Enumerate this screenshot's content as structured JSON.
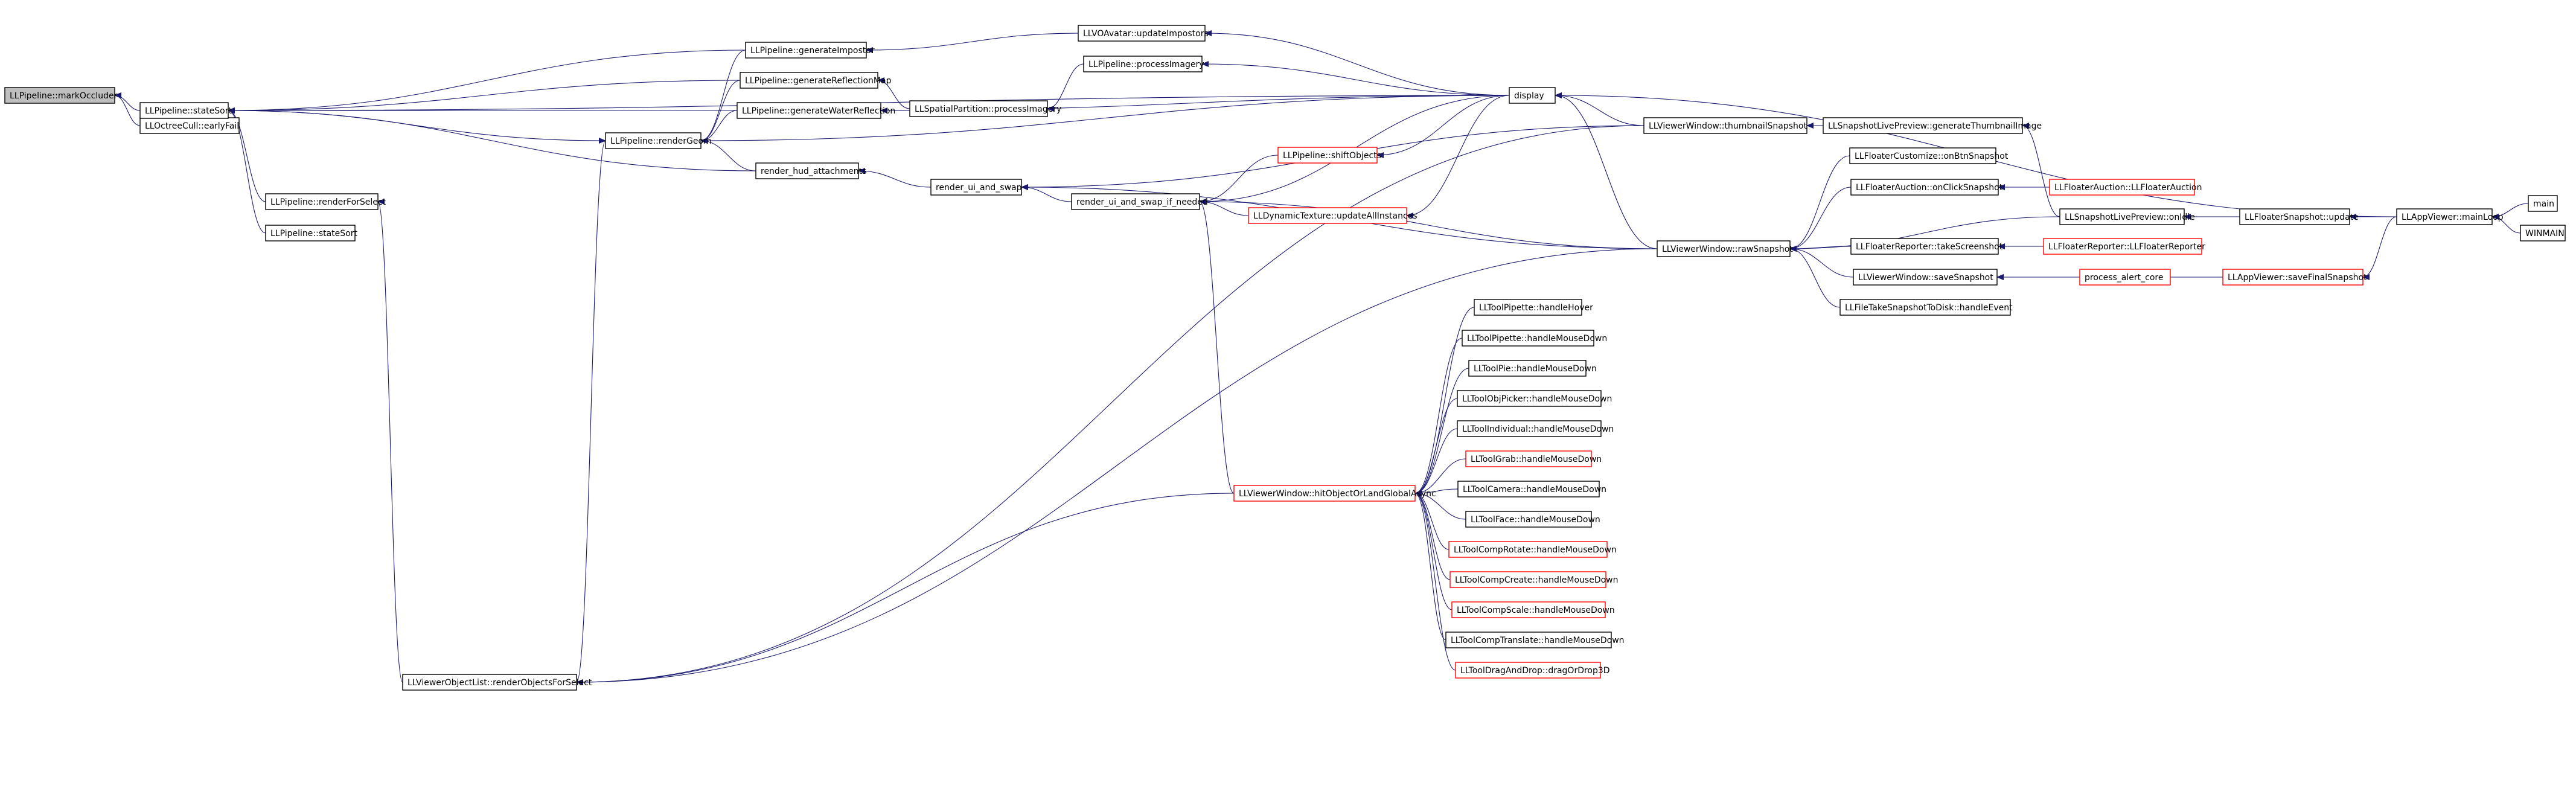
{
  "colors": {
    "edge": "#191970",
    "normal_border": "#000000",
    "truncated_border": "#ff0000",
    "root_fill": "#bfbfbf",
    "node_fill": "#ffffff"
  },
  "nodes": [
    {
      "id": "markOccluder",
      "label": "LLPipeline::markOccluder",
      "kind": "root"
    },
    {
      "id": "earlyFail",
      "label": "LLOctreeCull::earlyFail",
      "kind": "normal"
    },
    {
      "id": "stateSortA",
      "label": "LLPipeline::stateSort",
      "kind": "normal"
    },
    {
      "id": "renderForSelect",
      "label": "LLPipeline::renderForSelect",
      "kind": "normal"
    },
    {
      "id": "stateSortB",
      "label": "LLPipeline::stateSort",
      "kind": "normal"
    },
    {
      "id": "renderGeom",
      "label": "LLPipeline::renderGeom",
      "kind": "normal"
    },
    {
      "id": "renderObjectsForSelect",
      "label": "LLViewerObjectList::renderObjectsForSelect",
      "kind": "normal"
    },
    {
      "id": "generateImpostor",
      "label": "LLPipeline::generateImpostor",
      "kind": "normal"
    },
    {
      "id": "generateReflectionMap",
      "label": "LLPipeline::generateReflectionMap",
      "kind": "normal"
    },
    {
      "id": "generateWaterReflection",
      "label": "LLPipeline::generateWaterReflection",
      "kind": "normal"
    },
    {
      "id": "renderHud",
      "label": "render_hud_attachments",
      "kind": "normal"
    },
    {
      "id": "updateImpostors",
      "label": "LLVOAvatar::updateImpostors",
      "kind": "normal"
    },
    {
      "id": "spatialProcessImagery",
      "label": "LLSpatialPartition::processImagery",
      "kind": "normal"
    },
    {
      "id": "pipelineProcessImagery",
      "label": "LLPipeline::processImagery",
      "kind": "normal"
    },
    {
      "id": "renderUiAndSwap",
      "label": "render_ui_and_swap",
      "kind": "normal"
    },
    {
      "id": "renderUiAndSwapIfNeeded",
      "label": "render_ui_and_swap_if_needed",
      "kind": "normal"
    },
    {
      "id": "shiftObjects",
      "label": "LLPipeline::shiftObjects",
      "kind": "truncated"
    },
    {
      "id": "updateAllInstances",
      "label": "LLDynamicTexture::updateAllInstances",
      "kind": "truncated"
    },
    {
      "id": "hitObjectOrLand",
      "label": "LLViewerWindow::hitObjectOrLandGlobalAsync",
      "kind": "truncated"
    },
    {
      "id": "display",
      "label": "display",
      "kind": "normal"
    },
    {
      "id": "thumbnailSnapshot",
      "label": "LLViewerWindow::thumbnailSnapshot",
      "kind": "normal"
    },
    {
      "id": "rawSnapshot",
      "label": "LLViewerWindow::rawSnapshot",
      "kind": "normal"
    },
    {
      "id": "generateThumbnailImage",
      "label": "LLSnapshotLivePreview::generateThumbnailImage",
      "kind": "normal"
    },
    {
      "id": "customizeOnBtnSnapshot",
      "label": "LLFloaterCustomize::onBtnSnapshot",
      "kind": "normal"
    },
    {
      "id": "auctionOnClickSnapshot",
      "label": "LLFloaterAuction::onClickSnapshot",
      "kind": "normal"
    },
    {
      "id": "floaterAuctionCtor",
      "label": "LLFloaterAuction::LLFloaterAuction",
      "kind": "truncated"
    },
    {
      "id": "onIdle",
      "label": "LLSnapshotLivePreview::onIdle",
      "kind": "normal"
    },
    {
      "id": "snapshotUpdate",
      "label": "LLFloaterSnapshot::update",
      "kind": "normal"
    },
    {
      "id": "mainLoop",
      "label": "LLAppViewer::mainLoop",
      "kind": "normal"
    },
    {
      "id": "main",
      "label": "main",
      "kind": "normal"
    },
    {
      "id": "winmain",
      "label": "WINMAIN",
      "kind": "normal"
    },
    {
      "id": "takeScreenshot",
      "label": "LLFloaterReporter::takeScreenshot",
      "kind": "normal"
    },
    {
      "id": "floaterReporterCtor",
      "label": "LLFloaterReporter::LLFloaterReporter",
      "kind": "truncated"
    },
    {
      "id": "saveSnapshot",
      "label": "LLViewerWindow::saveSnapshot",
      "kind": "normal"
    },
    {
      "id": "processAlertCore",
      "label": "process_alert_core",
      "kind": "truncated"
    },
    {
      "id": "saveFinalSnapshot",
      "label": "LLAppViewer::saveFinalSnapshot",
      "kind": "truncated"
    },
    {
      "id": "fileTakeSnapshot",
      "label": "LLFileTakeSnapshotToDisk::handleEvent",
      "kind": "normal"
    },
    {
      "id": "pipetteHover",
      "label": "LLToolPipette::handleHover",
      "kind": "normal"
    },
    {
      "id": "pipetteMouseDown",
      "label": "LLToolPipette::handleMouseDown",
      "kind": "normal"
    },
    {
      "id": "pieMouseDown",
      "label": "LLToolPie::handleMouseDown",
      "kind": "normal"
    },
    {
      "id": "objPickerMouseDown",
      "label": "LLToolObjPicker::handleMouseDown",
      "kind": "normal"
    },
    {
      "id": "individualMouseDown",
      "label": "LLToolIndividual::handleMouseDown",
      "kind": "normal"
    },
    {
      "id": "grabMouseDown",
      "label": "LLToolGrab::handleMouseDown",
      "kind": "truncated"
    },
    {
      "id": "cameraMouseDown",
      "label": "LLToolCamera::handleMouseDown",
      "kind": "normal"
    },
    {
      "id": "faceMouseDown",
      "label": "LLToolFace::handleMouseDown",
      "kind": "normal"
    },
    {
      "id": "compRotateMouseDown",
      "label": "LLToolCompRotate::handleMouseDown",
      "kind": "truncated"
    },
    {
      "id": "compCreateMouseDown",
      "label": "LLToolCompCreate::handleMouseDown",
      "kind": "truncated"
    },
    {
      "id": "compScaleMouseDown",
      "label": "LLToolCompScale::handleMouseDown",
      "kind": "truncated"
    },
    {
      "id": "compTranslateMouseDown",
      "label": "LLToolCompTranslate::handleMouseDown",
      "kind": "normal"
    },
    {
      "id": "dragOrDrop3D",
      "label": "LLToolDragAndDrop::dragOrDrop3D",
      "kind": "truncated"
    }
  ]
}
